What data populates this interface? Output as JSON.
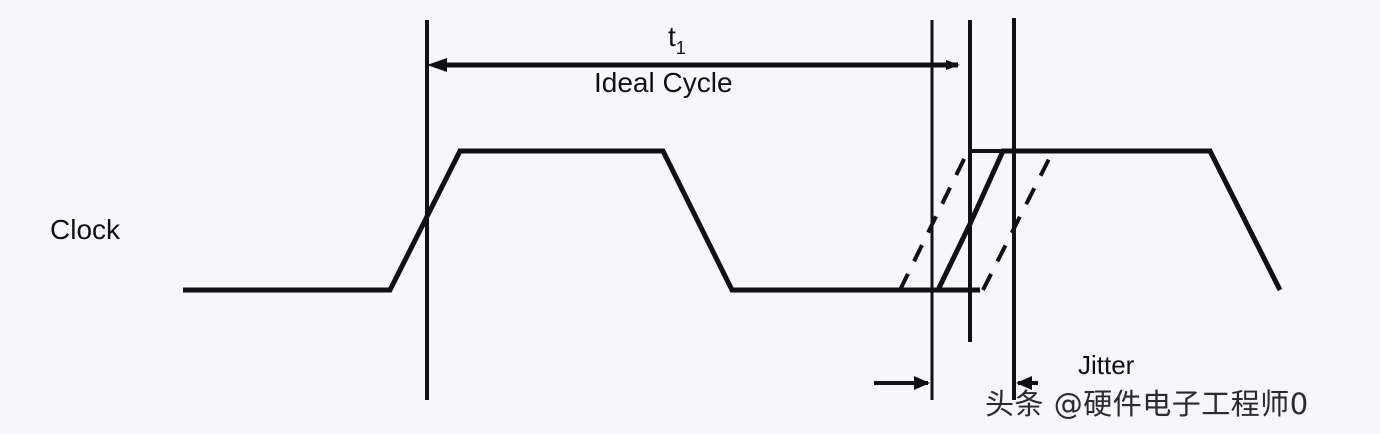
{
  "diagram": {
    "labels": {
      "period": "t",
      "period_subscript": "1",
      "ideal_cycle": "Ideal Cycle",
      "signal_name": "Clock",
      "jitter": "Jitter"
    },
    "colors": {
      "ink": "#111111",
      "background": "#f7f7fb"
    }
  },
  "watermark": {
    "text": "头条 @硬件电子工程师0"
  }
}
